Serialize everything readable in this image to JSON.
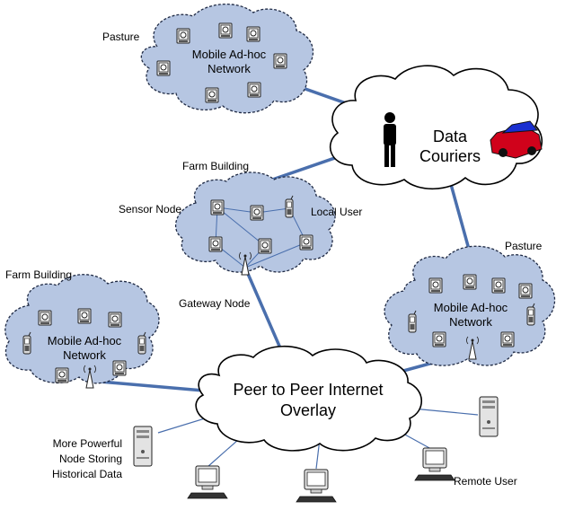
{
  "labels": {
    "pasture_top": "Pasture",
    "pasture_right": "Pasture",
    "farm_building_center": "Farm Building",
    "farm_building_left": "Farm Building",
    "sensor_node": "Sensor Node",
    "local_user": "Local User",
    "gateway_node": "Gateway Node",
    "remote_user": "Remote User",
    "powerful_node_line1": "More Powerful",
    "powerful_node_line2": "Node Storing",
    "powerful_node_line3": "Historical Data"
  },
  "clouds": {
    "top_line1": "Mobile Ad-hoc",
    "top_line2": "Network",
    "right_line1": "Mobile Ad-hoc",
    "right_line2": "Network",
    "left_line1": "Mobile Ad-hoc",
    "left_line2": "Network",
    "couriers_line1": "Data",
    "couriers_line2": "Couriers",
    "p2p_line1": "Peer to Peer Internet",
    "p2p_line2": "Overlay"
  },
  "colors": {
    "cloud_fill": "#b6c6e2",
    "link": "#4a6fad",
    "car_body": "#d0021b",
    "car_roof": "#1a2fd0"
  },
  "icons": [
    "sensor-node-icon",
    "handheld-device-icon",
    "gateway-antenna-icon",
    "person-icon",
    "car-icon",
    "desktop-computer-icon",
    "server-tower-icon"
  ]
}
